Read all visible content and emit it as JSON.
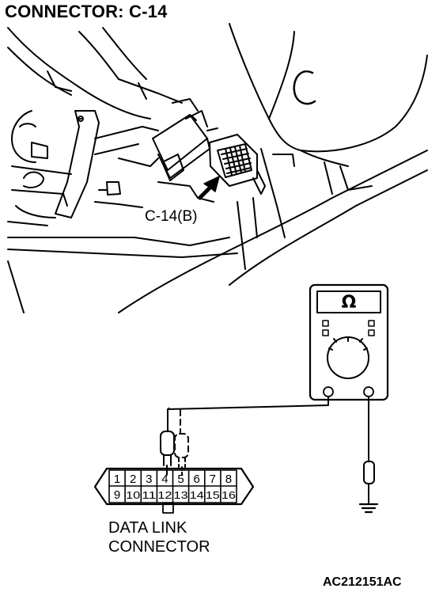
{
  "title": "CONNECTOR: C-14",
  "connector_callout": "C-14(B)",
  "meter": {
    "symbol": "Ω"
  },
  "data_link_connector": {
    "label_lines": [
      "DATA LINK",
      "CONNECTOR"
    ],
    "top_row_pins": [
      "1",
      "2",
      "3",
      "4",
      "5",
      "6",
      "7",
      "8"
    ],
    "bottom_row_pins": [
      "9",
      "10",
      "11",
      "12",
      "13",
      "14",
      "15",
      "16"
    ]
  },
  "reference_code": "AC212151AC"
}
